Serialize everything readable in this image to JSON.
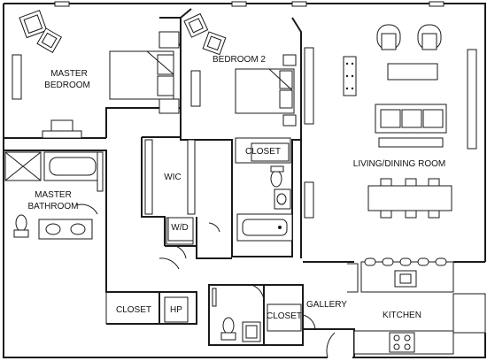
{
  "rooms": {
    "master_bedroom": [
      "MASTER",
      "BEDROOM"
    ],
    "bedroom_2": "BEDROOM 2",
    "living_dining": "LIVING/DINING ROOM",
    "wic": "WIC",
    "master_bathroom": [
      "MASTER",
      "BATHROOM"
    ],
    "closet_bed2": "CLOSET",
    "wd": "W/D",
    "closet_hall": "CLOSET",
    "hp": "HP",
    "closet_gallery": "CLOSET",
    "gallery": "GALLERY",
    "kitchen": "KITCHEN"
  },
  "colors": {
    "wall": "#1a1a1a",
    "background": "#ffffff",
    "fixture_fill": "#9a9a9a"
  }
}
